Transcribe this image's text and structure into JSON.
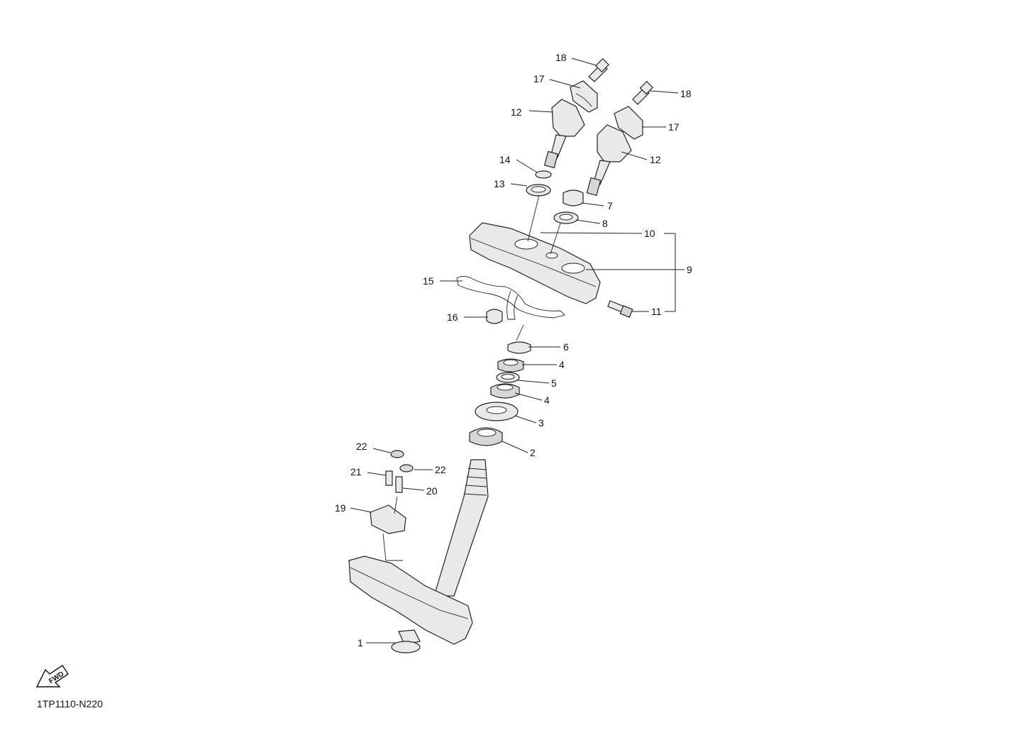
{
  "diagram": {
    "part_labels": [
      "1",
      "2",
      "3",
      "4",
      "4",
      "5",
      "6",
      "7",
      "8",
      "9",
      "10",
      "11",
      "12",
      "12",
      "13",
      "14",
      "15",
      "16",
      "17",
      "17",
      "18",
      "18",
      "19",
      "20",
      "21",
      "22",
      "22"
    ],
    "fwd_text": "FWD",
    "drawing_code": "1TP1110-N220"
  }
}
